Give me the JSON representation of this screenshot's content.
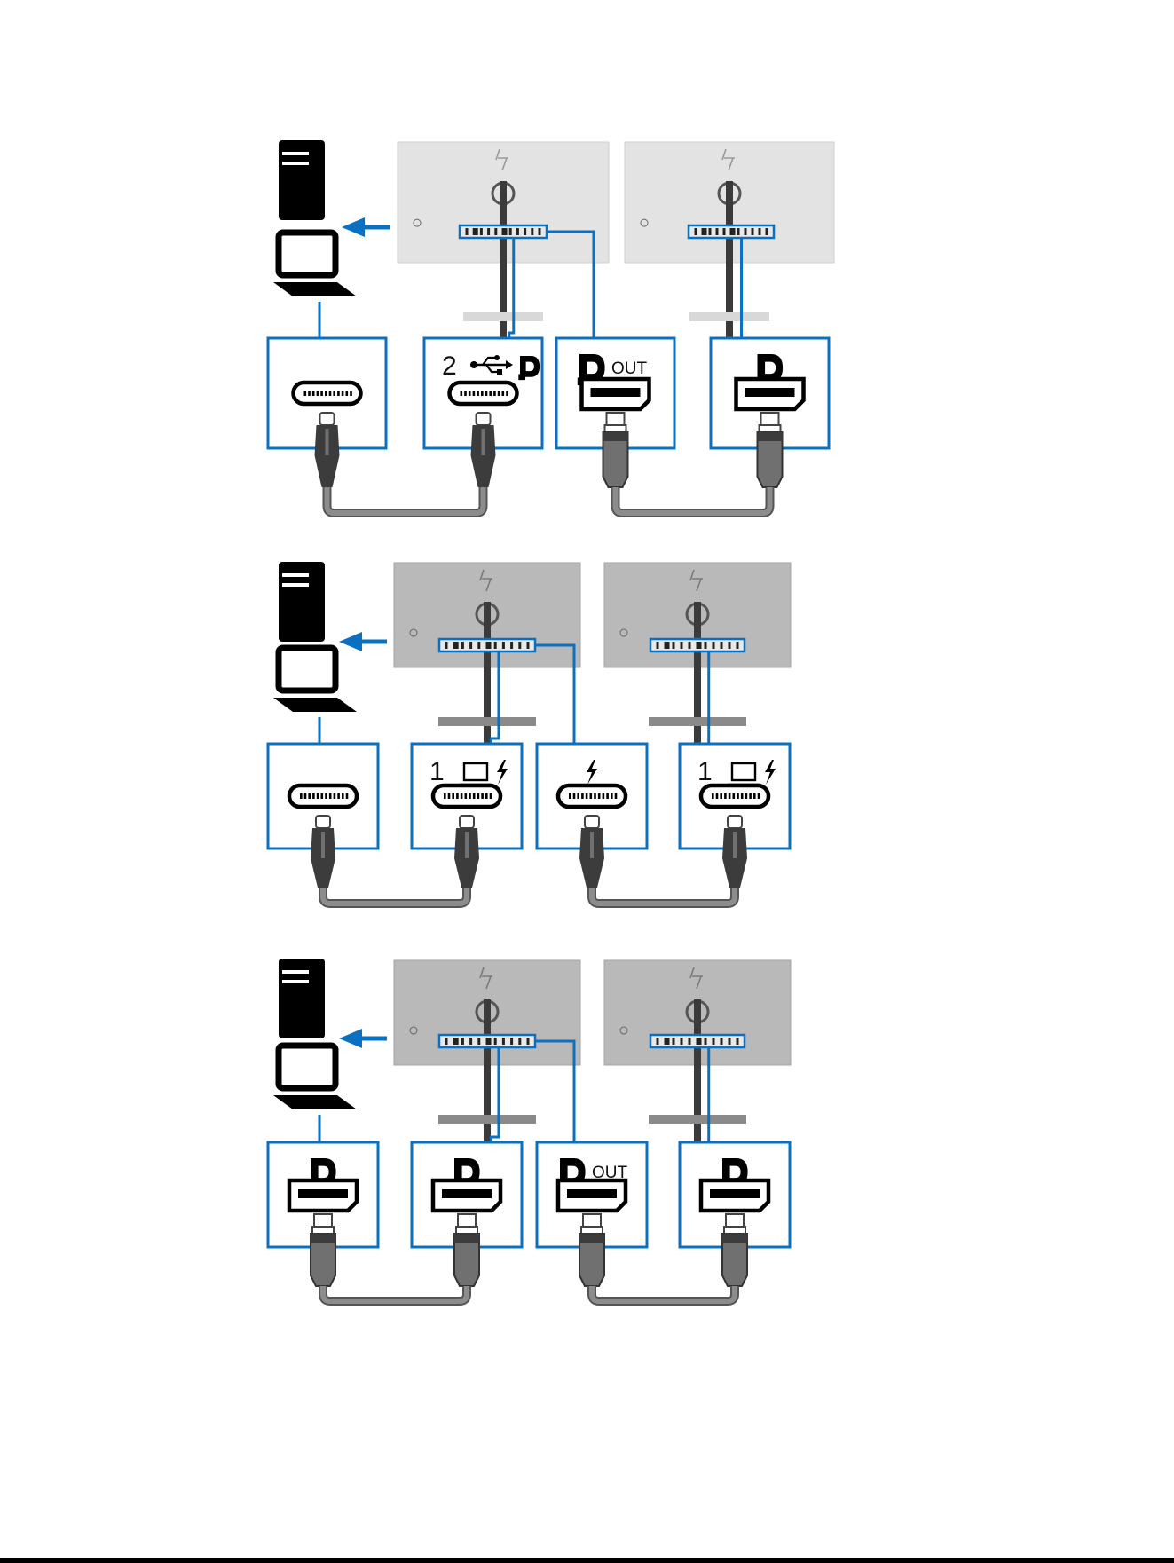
{
  "colors": {
    "accent_blue": "#0a71c2",
    "monitor_light": "#e3e3e3",
    "monitor_dark": "#b9b9b9",
    "stand_dark": "#3a3a3a",
    "cable_gray": "#8c8c8c",
    "plug_dark": "#3c3c3c",
    "plug_mid": "#707070"
  },
  "icons": [
    "pc-tower-icon",
    "laptop-icon",
    "usb-c-port-icon",
    "displayport-port-icon",
    "displayport-logo-icon",
    "usb-icon",
    "thunderbolt-icon",
    "laptop-outline-icon",
    "hp-logo-icon"
  ],
  "diagrams": [
    {
      "shade": "light",
      "ports": [
        {
          "type": "usbc",
          "label_num": "",
          "label_text": "",
          "icons": []
        },
        {
          "type": "usbc",
          "label_num": "2",
          "label_text": "",
          "icons": [
            "usb-icon",
            "displayport-logo-icon"
          ]
        },
        {
          "type": "dp",
          "label_num": "",
          "label_text": "OUT",
          "icons": [
            "displayport-logo-icon"
          ]
        },
        {
          "type": "dp",
          "label_num": "",
          "label_text": "",
          "icons": [
            "displayport-logo-icon"
          ]
        }
      ]
    },
    {
      "shade": "dark",
      "ports": [
        {
          "type": "usbc",
          "label_num": "",
          "label_text": "",
          "icons": []
        },
        {
          "type": "usbc",
          "label_num": "1",
          "label_text": "",
          "icons": [
            "laptop-outline-icon",
            "thunderbolt-icon"
          ]
        },
        {
          "type": "usbc",
          "label_num": "",
          "label_text": "",
          "icons": [
            "thunderbolt-icon"
          ]
        },
        {
          "type": "usbc",
          "label_num": "1",
          "label_text": "",
          "icons": [
            "laptop-outline-icon",
            "thunderbolt-icon"
          ]
        }
      ]
    },
    {
      "shade": "dark",
      "ports": [
        {
          "type": "dp",
          "label_num": "",
          "label_text": "",
          "icons": [
            "displayport-logo-icon"
          ]
        },
        {
          "type": "dp",
          "label_num": "",
          "label_text": "",
          "icons": [
            "displayport-logo-icon"
          ]
        },
        {
          "type": "dp",
          "label_num": "",
          "label_text": "OUT",
          "icons": [
            "displayport-logo-icon"
          ]
        },
        {
          "type": "dp",
          "label_num": "",
          "label_text": "",
          "icons": [
            "displayport-logo-icon"
          ]
        }
      ]
    }
  ]
}
